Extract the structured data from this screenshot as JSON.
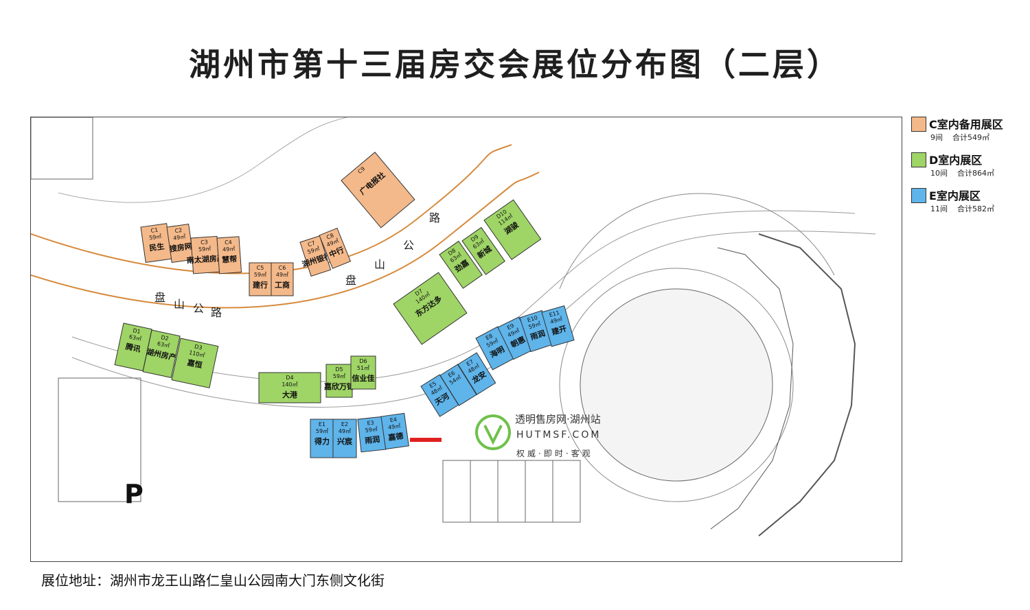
{
  "title": "湖州市第十三届房交会展位分布图（二层）",
  "footer": "展位地址：湖州市龙王山路仁皇山公园南大门东侧文化街",
  "colors": {
    "C": "#f4b98a",
    "D": "#9fd466",
    "E": "#5fb4ea",
    "red": "#e02020"
  },
  "legend": [
    {
      "zone": "C",
      "name": "C室内备用展区",
      "count": "9间",
      "total": "合计549㎡"
    },
    {
      "zone": "D",
      "name": "D室内展区",
      "count": "10间",
      "total": "合计864㎡"
    },
    {
      "zone": "E",
      "name": "E室内展区",
      "count": "11间",
      "total": "合计582㎡"
    }
  ],
  "road_label": {
    "a": "盘",
    "b": "山",
    "c": "公",
    "d": "路"
  },
  "parking": "P",
  "watermark": {
    "name": "透明售房网·湖州站",
    "url": "HUTMSF.COM",
    "slogan": "权威·即时·客观"
  },
  "booths": [
    {
      "id": "C1",
      "area": "59㎡",
      "name": "民生"
    },
    {
      "id": "C2",
      "area": "49㎡",
      "name": "搜房网"
    },
    {
      "id": "C3",
      "area": "59㎡",
      "name": "南太湖房产"
    },
    {
      "id": "C4",
      "area": "49㎡",
      "name": "慧帮"
    },
    {
      "id": "C5",
      "area": "59㎡",
      "name": "建行"
    },
    {
      "id": "C6",
      "area": "49㎡",
      "name": "工商"
    },
    {
      "id": "C7",
      "area": "59㎡",
      "name": "湖州银行"
    },
    {
      "id": "C8",
      "area": "49㎡",
      "name": "中行"
    },
    {
      "id": "C9",
      "area": "",
      "name": "广电报社"
    },
    {
      "id": "D1",
      "area": "63㎡",
      "name": "腾讯"
    },
    {
      "id": "D2",
      "area": "63㎡",
      "name": "湖州房产"
    },
    {
      "id": "D3",
      "area": "110㎡",
      "name": "嘉恒"
    },
    {
      "id": "D4",
      "area": "140㎡",
      "name": "大港"
    },
    {
      "id": "D5",
      "area": "59㎡",
      "name": "嘉欣万锦"
    },
    {
      "id": "D6",
      "area": "51㎡",
      "name": "信业佳"
    },
    {
      "id": "D7",
      "area": "140㎡",
      "name": "东方达多"
    },
    {
      "id": "D8",
      "area": "63㎡",
      "name": "劲嘉"
    },
    {
      "id": "D9",
      "area": "63㎡",
      "name": "新城"
    },
    {
      "id": "D10",
      "area": "114㎡",
      "name": "湖骏"
    },
    {
      "id": "E1",
      "area": "59㎡",
      "name": "得力"
    },
    {
      "id": "E2",
      "area": "49㎡",
      "name": "兴宸"
    },
    {
      "id": "E3",
      "area": "59㎡",
      "name": "雨润"
    },
    {
      "id": "E4",
      "area": "49㎡",
      "name": "嘉德"
    },
    {
      "id": "E5",
      "area": "48㎡",
      "name": "天河"
    },
    {
      "id": "E6",
      "area": "54㎡",
      "name": ""
    },
    {
      "id": "E7",
      "area": "48㎡",
      "name": "龙安"
    },
    {
      "id": "E8",
      "area": "59㎡",
      "name": "海明"
    },
    {
      "id": "E9",
      "area": "49㎡",
      "name": "朝惠"
    },
    {
      "id": "E10",
      "area": "59㎡",
      "name": "雨润"
    },
    {
      "id": "E11",
      "area": "49㎡",
      "name": "建开"
    }
  ]
}
